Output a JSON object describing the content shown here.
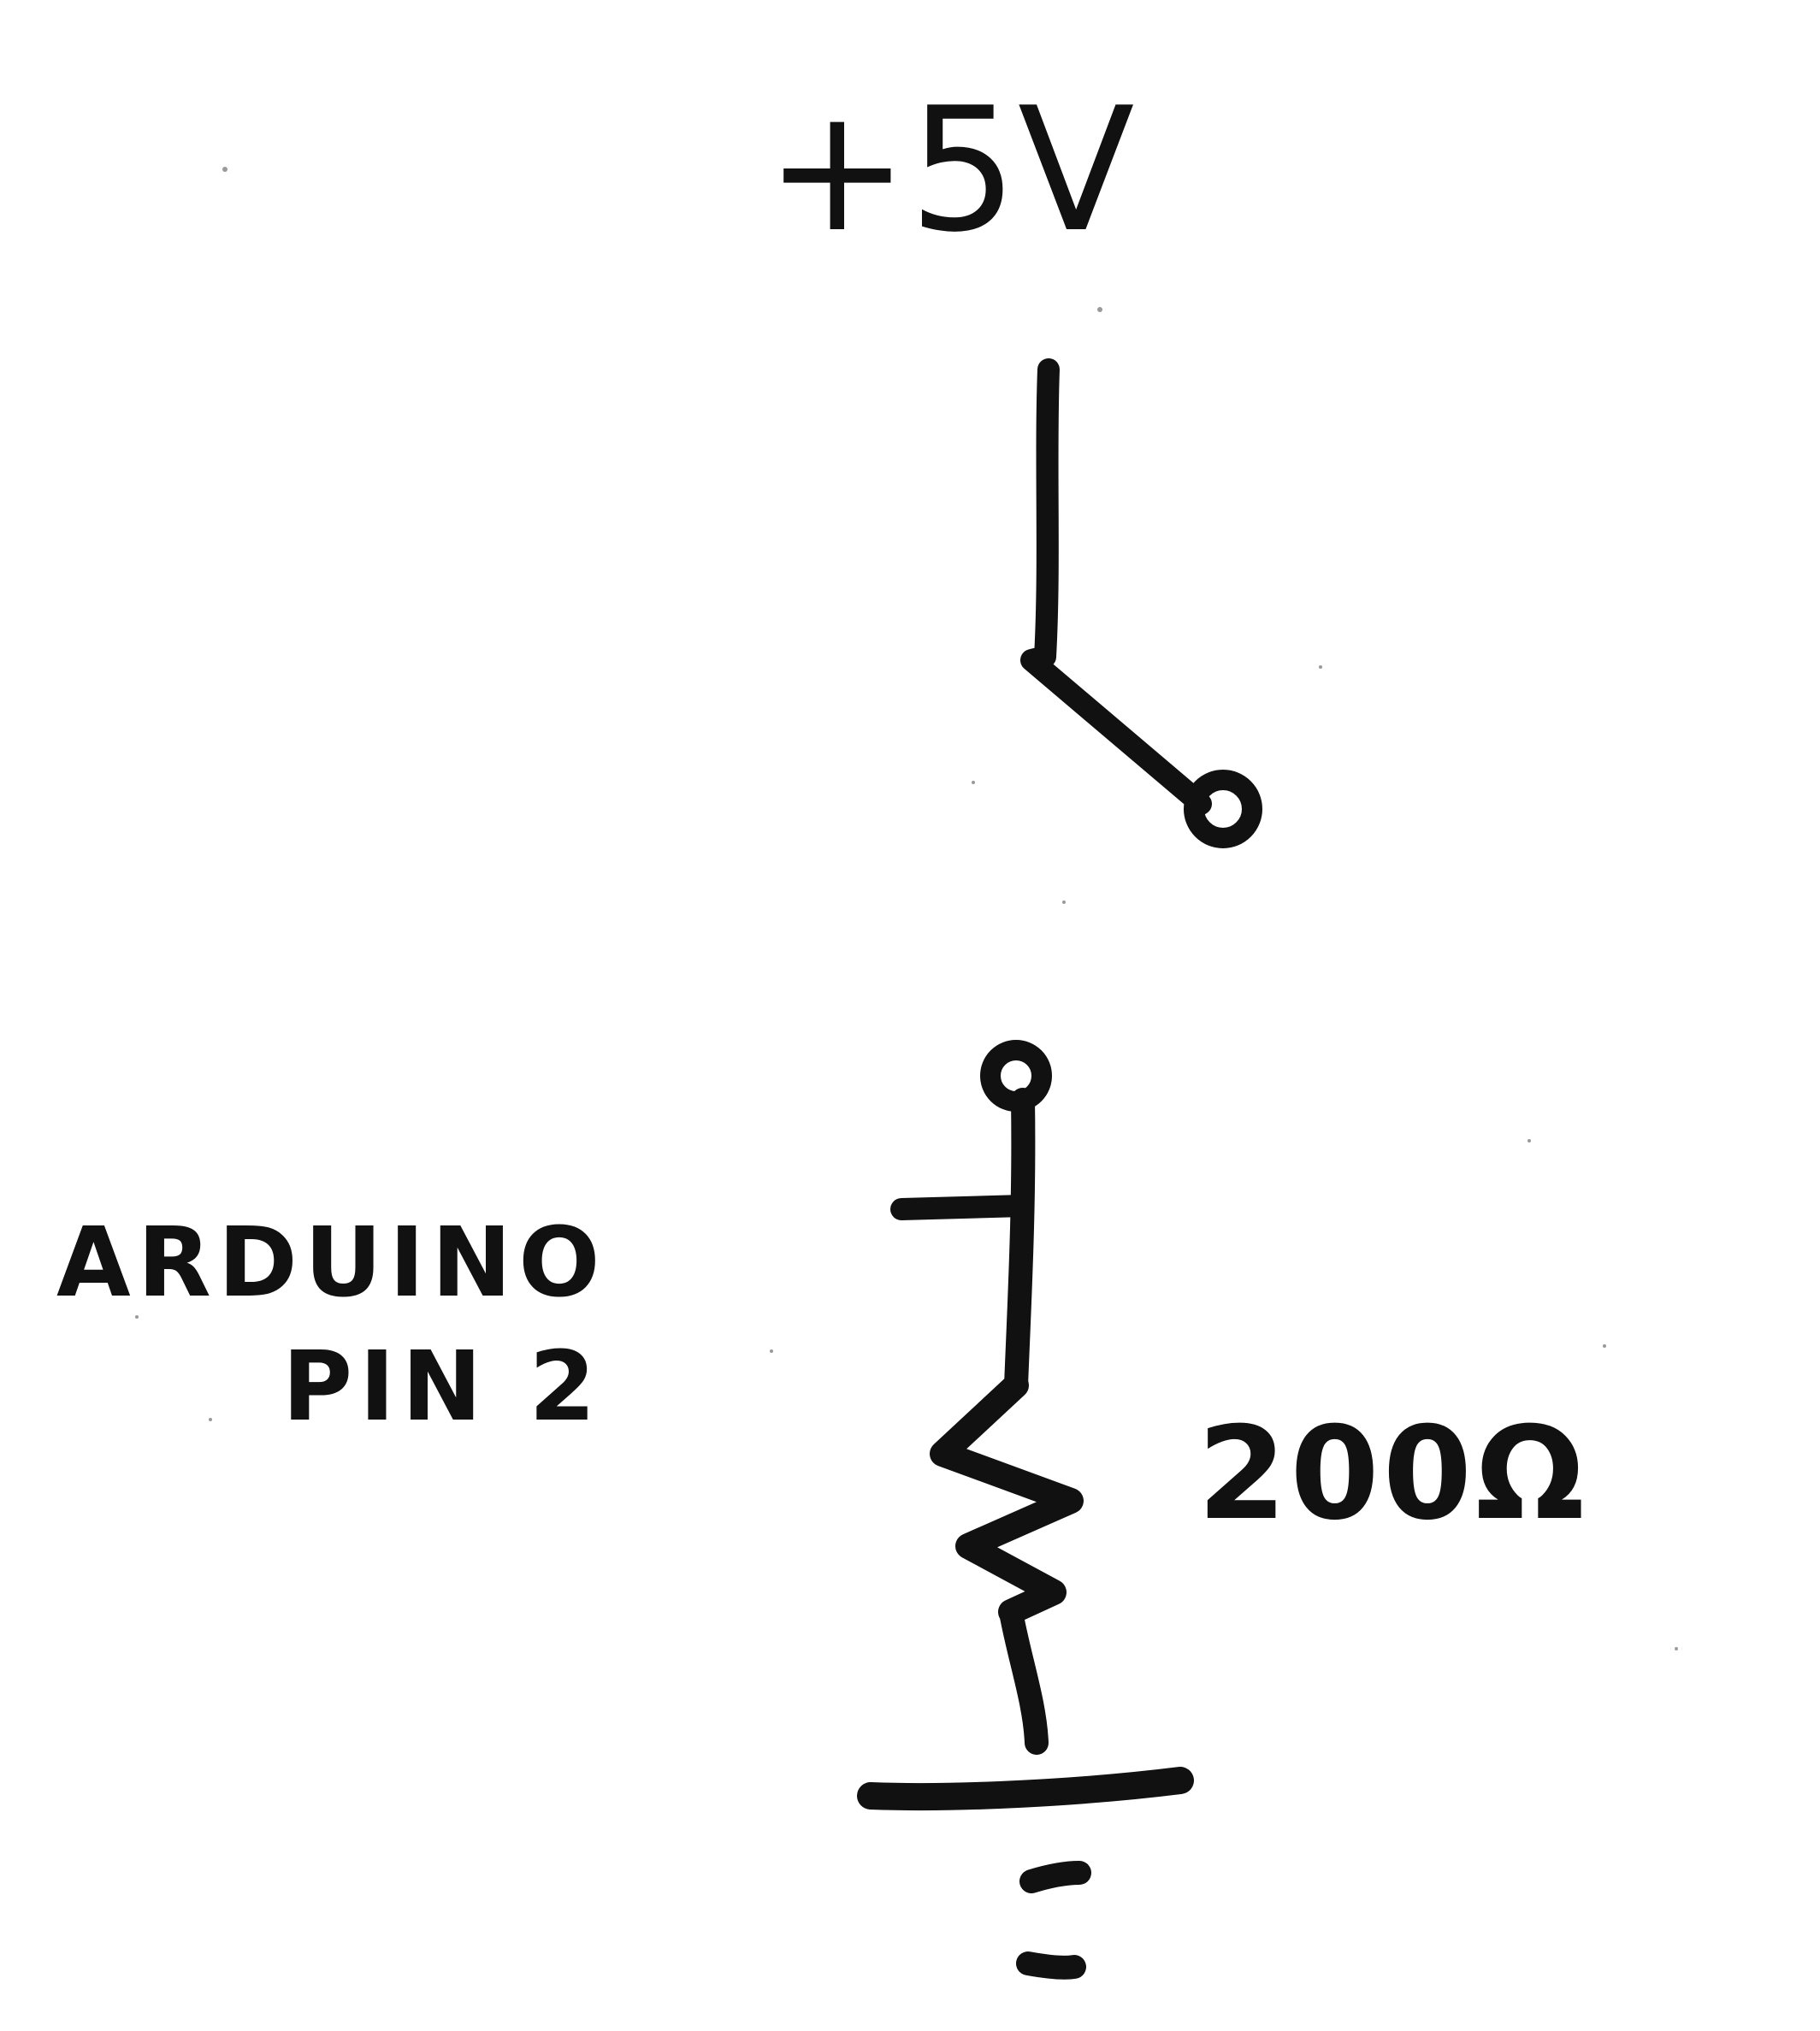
{
  "diagram": {
    "supply_label": "+5V",
    "input_label_line1": "ARDUINO",
    "input_label_line2": "PIN 2",
    "resistor_label": "200Ω"
  },
  "colors": {
    "ink": "#111111",
    "background": "#ffffff"
  },
  "icons": {
    "switch": "switch-icon",
    "resistor": "resistor-icon",
    "ground": "ground-icon"
  }
}
